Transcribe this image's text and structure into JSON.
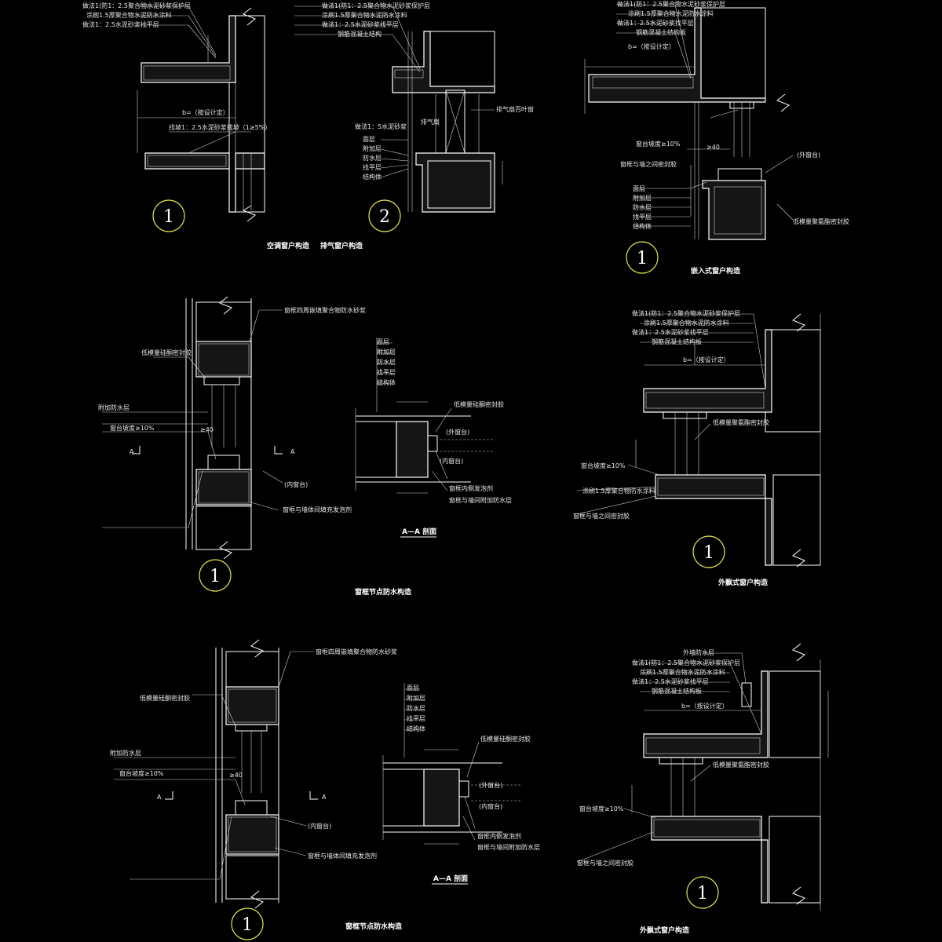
{
  "figures": [
    {
      "id": "fig1",
      "number": "1",
      "title": "空调窗户构造",
      "labels": [
        "做法1(防1：2.5聚合物水泥砂浆保护层",
        "涂刷1.5厚聚合物水泥防水涂料",
        "做法1：2.5水泥砂浆找平层",
        "b=（按设计定）",
        "找坡1：2.5水泥砂浆找坡（1≥5%）"
      ]
    },
    {
      "id": "fig2",
      "number": "2",
      "title": "排气窗户构造",
      "labels": [
        "做法1(防1：2.5聚合物水泥砂浆保护层",
        "涂刷1.5厚聚合物水泥防水涂料",
        "做法1：2.5水泥砂浆找平层",
        "钢筋混凝土结构",
        "排气扇",
        "排气扇百叶窗",
        "做法1：5水泥砂浆",
        "面层",
        "附加层",
        "防水层",
        "找平层",
        "结构体"
      ]
    },
    {
      "id": "fig3",
      "number": "1",
      "title": "嵌入式窗户构造",
      "labels": [
        "做法1(防1：2.5聚合物水泥砂浆保护层",
        "涂刷1.5厚聚合物水泥防水涂料",
        "做法1：2.5水泥砂浆找平层",
        "钢筋混凝土结构板",
        "b=（按设计定）",
        "窗台坡度≥10%",
        "(外窗台)",
        "≥40",
        "面层",
        "附加层",
        "防水层",
        "找平层",
        "结构体",
        "窗框与墙之间密封胶",
        "低模量聚氨酯密封胶"
      ]
    },
    {
      "id": "fig4",
      "number": "1",
      "title": "窗框节点防水构造",
      "labels": [
        "窗框四周嵌填聚合物防水砂浆",
        "低模量硅酮密封胶",
        "附加防水层",
        "窗台坡度≥10%",
        "A",
        "A",
        "(内窗台)",
        "≥40",
        "窗框与墙体间填充发泡剂"
      ]
    },
    {
      "id": "fig5",
      "number": "",
      "title": "A—A 剖面",
      "labels": [
        "面层",
        "附加层",
        "防水层",
        "找平层",
        "结构体",
        "低模量硅酮密封胶",
        "(外窗台)",
        "(内窗台)",
        "窗框内侧发泡剂",
        "窗框与墙间附加防水层"
      ]
    },
    {
      "id": "fig6",
      "number": "1",
      "title": "外飘式窗户构造",
      "labels": [
        "做法1(防1：2.5聚合物水泥砂浆保护层",
        "涂刷1.5厚聚合物水泥防水涂料",
        "做法1：2.5水泥砂浆找平层",
        "钢筋混凝土结构板",
        "b=（按设计定）",
        "低模量聚氨酯密封胶",
        "窗台坡度≥10%",
        "涂刷1.5厚聚合物防水涂料",
        "窗框与墙之间密封胶"
      ]
    },
    {
      "id": "fig7",
      "number": "1",
      "title": "窗框节点防水构造",
      "labels": [
        "窗框四周嵌填聚合物防水砂浆",
        "低模量硅酮密封胶",
        "附加防水层",
        "窗台坡度≥10%",
        "A",
        "A",
        "(内窗台)",
        "≥40",
        "窗框与墙体间填充发泡剂"
      ]
    },
    {
      "id": "fig8",
      "number": "",
      "title": "A—A 剖面",
      "labels": [
        "面层",
        "附加层",
        "防水层",
        "找平层",
        "结构体",
        "低模量硅酮密封胶",
        "(外窗台)",
        "(内窗台)",
        "窗框内侧发泡剂",
        "窗框与墙间附加防水层"
      ]
    },
    {
      "id": "fig9",
      "number": "1",
      "title": "外飘式窗户构造",
      "labels": [
        "外墙防水层",
        "做法1(防1：2.5聚合物水泥砂浆保护层",
        "涂刷1.5厚聚合物水泥防水涂料",
        "做法1：2.5水泥砂浆找平层",
        "钢筋混凝土结构板",
        "b=（按设计定）",
        "低模量聚氨酯密封胶",
        "窗台坡度≥10%",
        "窗框与墙之间密封胶"
      ]
    }
  ],
  "colors": {
    "background": "#000000",
    "lines": "#ffffff",
    "circles": "#e6e64a"
  }
}
